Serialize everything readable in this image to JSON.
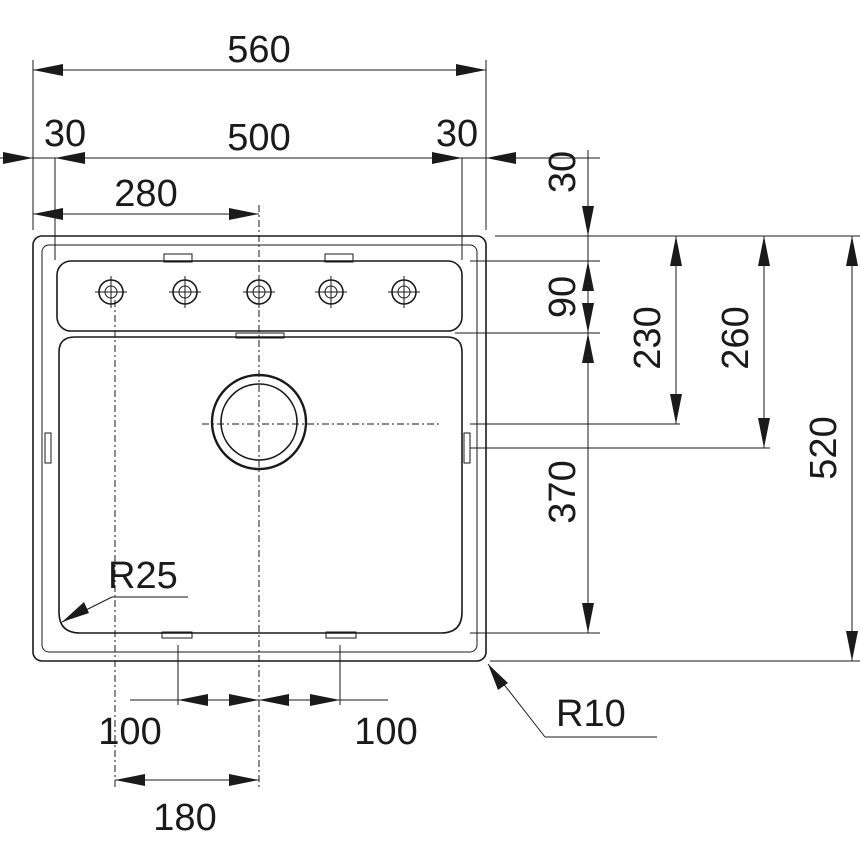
{
  "drawing": {
    "width_overall": "560",
    "edge_left": "30",
    "width_inner": "500",
    "edge_right": "30",
    "tap_offset": "280",
    "depth_top": "30",
    "depth_tapdeck": "90",
    "depth_to_drain": "230",
    "depth_to_overflow": "260",
    "depth_bowl": "370",
    "depth_overall": "520",
    "radius_bowl": "R25",
    "radius_outer": "R10",
    "clip_left": "100",
    "clip_right": "100",
    "clip_offset": "180"
  }
}
